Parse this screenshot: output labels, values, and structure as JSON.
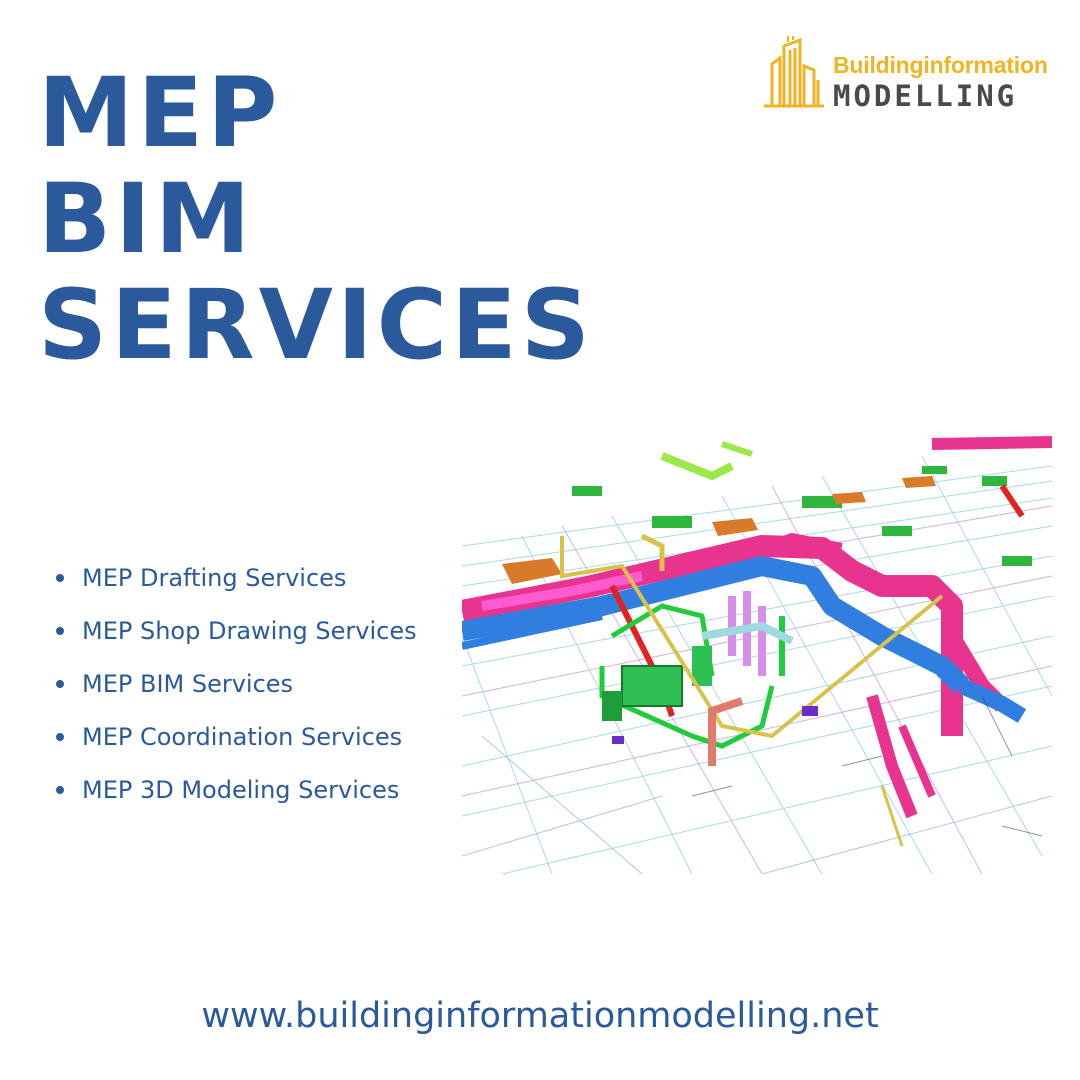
{
  "headline": {
    "line1": "MEP",
    "line2": "BIM",
    "line3": "SERVICES"
  },
  "logo": {
    "top_text": "Buildinginformation",
    "bottom_text": "MODELLING",
    "colors": {
      "accent": "#f0b323",
      "dark": "#4a4a4a"
    }
  },
  "services": [
    "MEP Drafting Services",
    "MEP Shop Drawing Services",
    "MEP BIM Services",
    "MEP Coordination Services",
    "MEP 3D Modeling Services"
  ],
  "website": "www.buildinginformationmodelling.net",
  "colors": {
    "primary": "#2a5a9c",
    "background": "#ffffff",
    "duct_pink": "#e8348f",
    "duct_blue": "#2f7ee0",
    "pipe_green": "#1fcc3a",
    "pipe_red": "#e0231f",
    "pipe_tan": "#d8c24a"
  }
}
